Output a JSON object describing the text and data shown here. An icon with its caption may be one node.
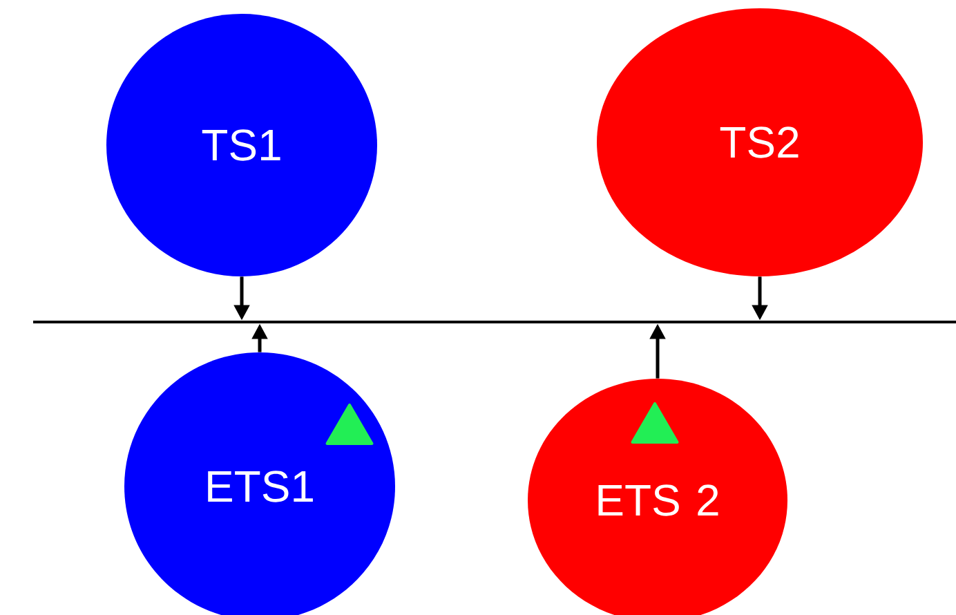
{
  "diagram": {
    "nodes": [
      {
        "text": [
          "TS1"
        ]
      },
      {
        "text": [
          "TS2"
        ]
      },
      {
        "text": [
          "ETS1"
        ]
      },
      {
        "text": [
          "ETS 2"
        ]
      },
      {
        "text": [],
        "shape": "bar"
      }
    ],
    "edges": [
      {
        "from": 0,
        "to": 4,
        "arrow": "to"
      },
      {
        "from": 1,
        "to": 4,
        "arrow": "to"
      },
      {
        "from": 2,
        "to": 4,
        "arrow": "to"
      },
      {
        "from": 3,
        "to": 4,
        "arrow": "to"
      }
    ]
  }
}
